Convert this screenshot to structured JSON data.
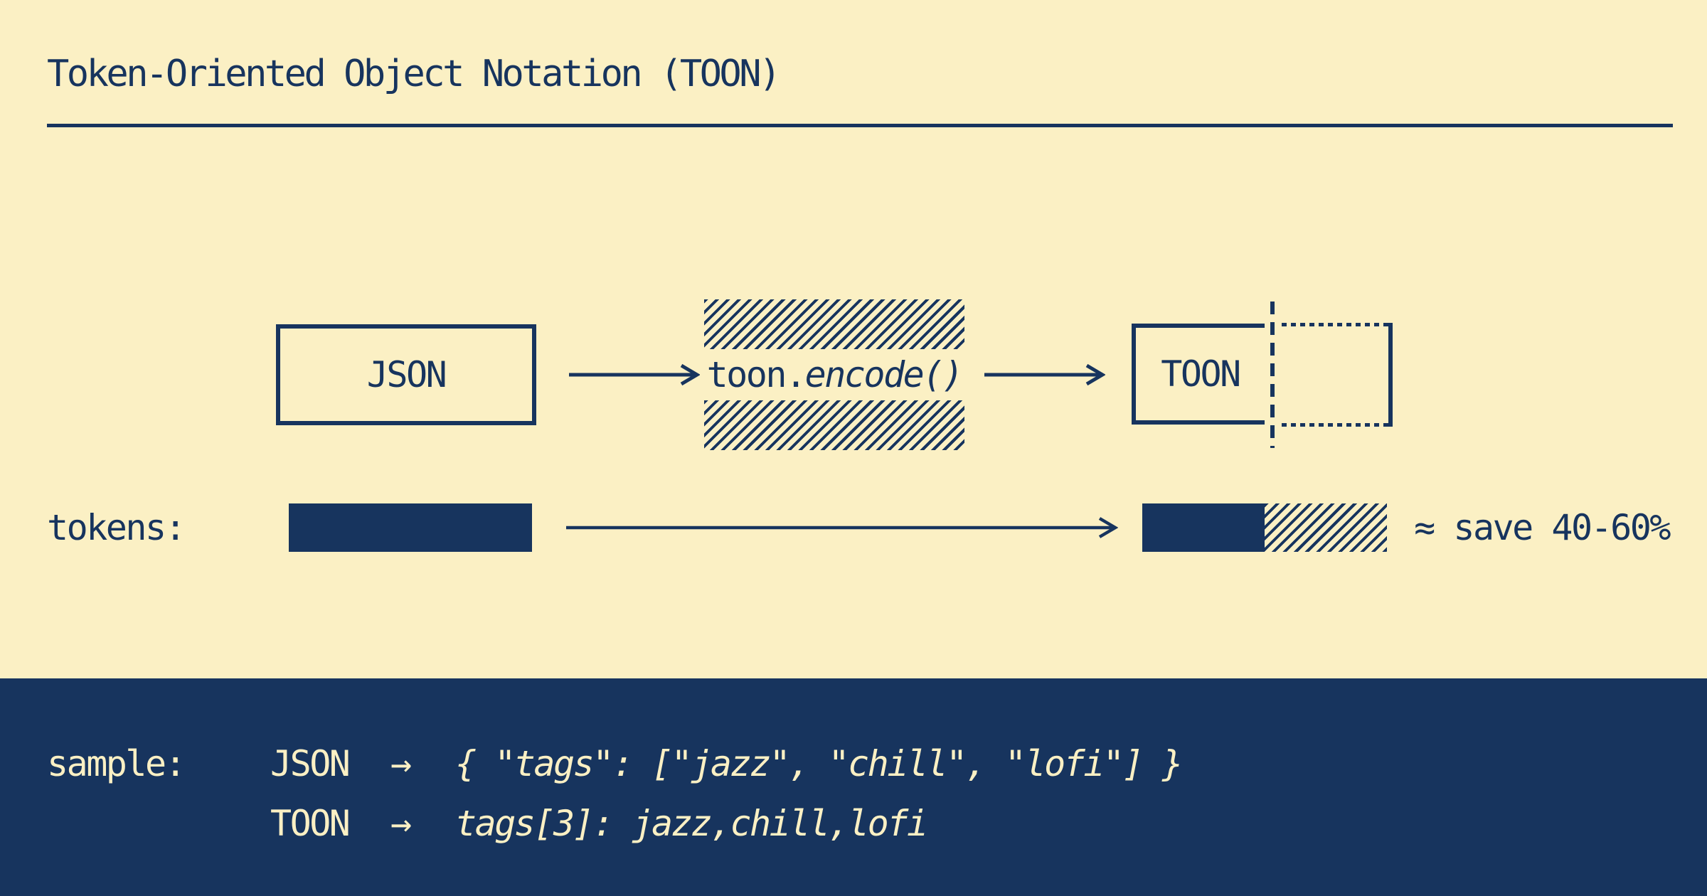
{
  "title": "Token-Oriented Object Notation (TOON)",
  "colors": {
    "ink_navy": "#17345E",
    "cream": "#FBF0C4"
  },
  "flow": {
    "input_label": "JSON",
    "transform_regular": "toon.",
    "transform_italic": "encode()",
    "output_label": "TOON"
  },
  "tokens_row": {
    "label": "tokens:",
    "savings_note": "≈ save 40-60%"
  },
  "sample": {
    "label": "sample:",
    "rows": [
      {
        "format": "JSON",
        "arrow": "→",
        "code": "{ \"tags\": [\"jazz\", \"chill\", \"lofi\"] }"
      },
      {
        "format": "TOON",
        "arrow": "→",
        "code": "tags[3]: jazz,chill,lofi"
      }
    ]
  }
}
